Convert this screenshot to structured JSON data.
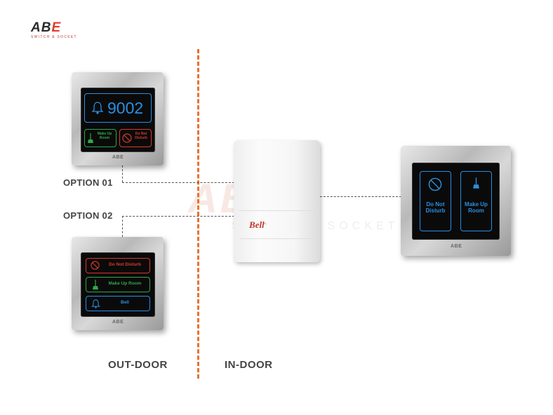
{
  "logo": {
    "mark_a": "AB",
    "mark_b": "E",
    "tagline": "SWITCH & SOCKET"
  },
  "watermark": {
    "mark": "ABE",
    "tagline": "SWITCH & SOCKET"
  },
  "labels": {
    "option1": "OPTION 01",
    "option2": "OPTION 02",
    "outdoor": "OUT-DOOR",
    "indoor": "IN-DOOR"
  },
  "switch1": {
    "room_number": "9002",
    "left_button": "Make Up Room",
    "right_button": "Do Not Disturb",
    "brand": "ABE"
  },
  "switch2": {
    "buttons": [
      "Do Not Disturb",
      "Make Up Room",
      "Bell"
    ],
    "brand": "ABE"
  },
  "bell_box": {
    "brand": "Bell",
    "brand_sub": "Pro"
  },
  "indoor_switch": {
    "left_button": "Do Not Disturb",
    "right_button": "Make Up Room",
    "brand": "ABE"
  },
  "colors": {
    "divider": "#e8712f",
    "blue": "#2a8fe0",
    "red": "#d93a2e",
    "green": "#2fa84a",
    "logo_red": "#e23a2a"
  },
  "icons": [
    "bell-icon",
    "broom-icon",
    "no-entry-hand-icon"
  ]
}
